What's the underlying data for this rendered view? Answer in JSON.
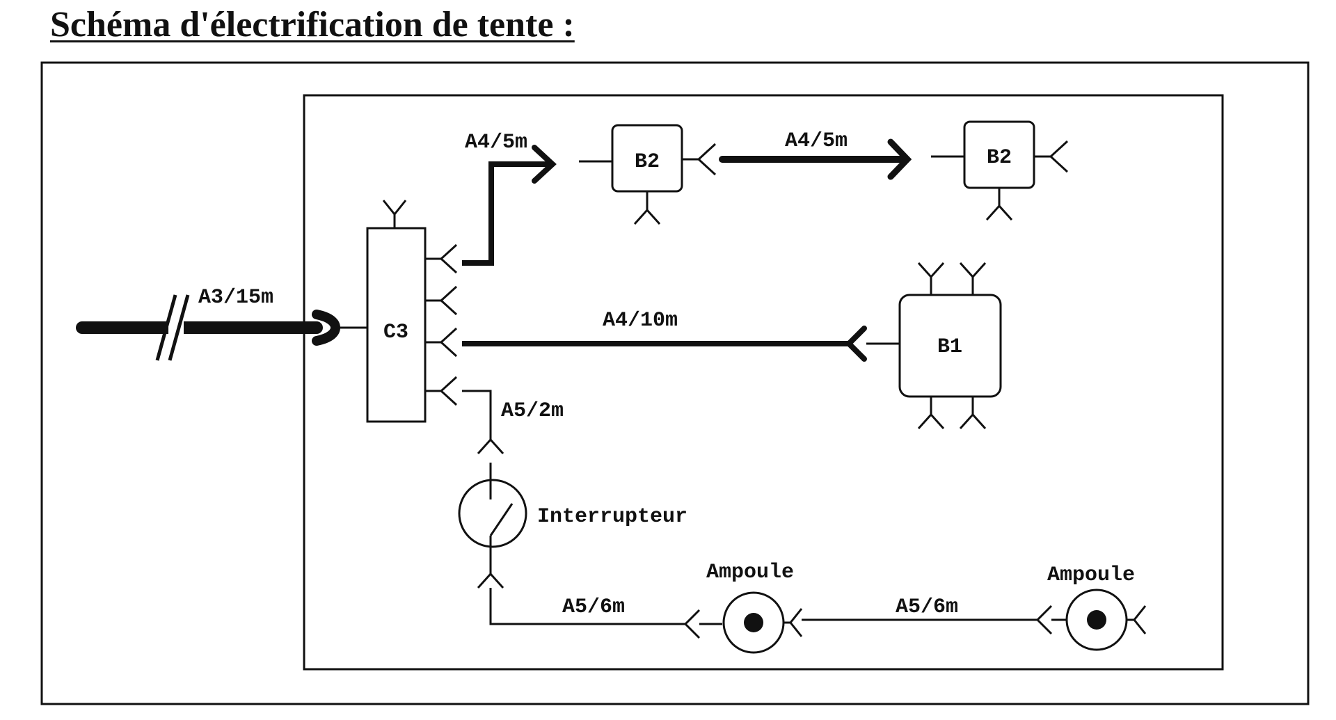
{
  "title": "Schéma d'électrification de tente :",
  "components": {
    "c3": "C3",
    "b2_left": "B2",
    "b2_right": "B2",
    "b1": "B1",
    "switch": "Interrupteur",
    "lamp_left": "Ampoule",
    "lamp_right": "Ampoule"
  },
  "cables": {
    "a3_15m": "A3/15m",
    "a4_5m_left": "A4/5m",
    "a4_5m_right": "A4/5m",
    "a4_10m": "A4/10m",
    "a5_2m": "A5/2m",
    "a5_6m_left": "A5/6m",
    "a5_6m_right": "A5/6m"
  }
}
